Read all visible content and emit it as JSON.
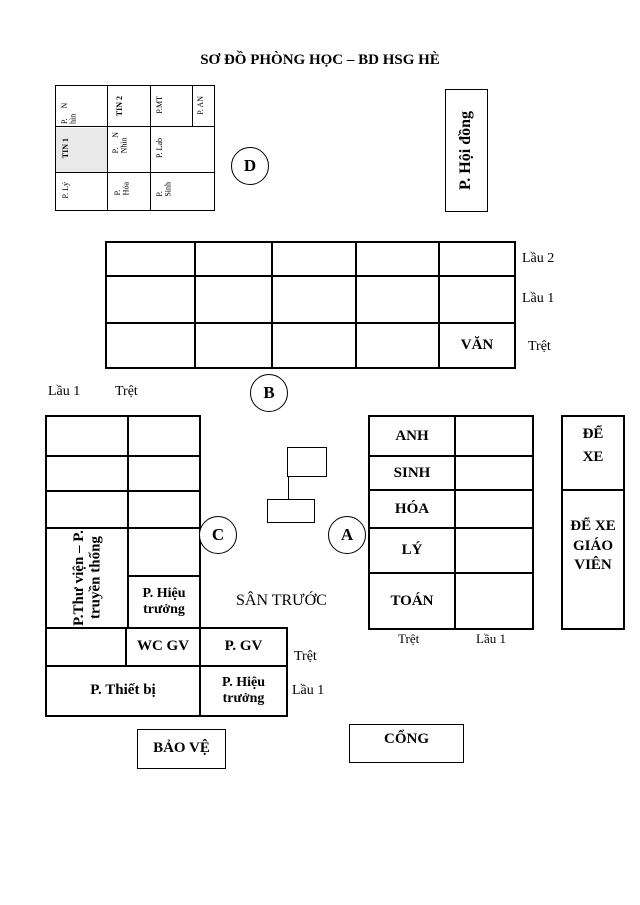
{
  "title": "SƠ ĐỒ PHÒNG HỌC – BD HSG HÈ",
  "block_d": {
    "label": "D",
    "rooms": {
      "p_nhin": "P.     N\nhìn",
      "tin2": "TIN 2",
      "pmt": "P.MT",
      "pan": "P. AN",
      "tin1": "TIN 1",
      "p_nhin2": "P.     N\nNhìn",
      "plab": "P. Lab",
      "ply": "P. Lý",
      "phoa": "P.\nHóa",
      "psinh": "P.\nSinh"
    }
  },
  "hoi_dong": "P. Hội đồng",
  "block_b": {
    "label": "B",
    "van": "VĂN",
    "floors": [
      "Lầu 2",
      "Lầu 1",
      "Trệt"
    ]
  },
  "block_c": {
    "label": "C",
    "floor_labels": [
      "Lầu 1",
      "Trệt"
    ],
    "thu_vien": "P.Thư viện – P. truyền thống",
    "hieu_truong_tret": "P. Hiệu trưởng",
    "wc_gv": "WC GV",
    "p_gv": "P. GV",
    "thiet_bi": "P. Thiết bị",
    "hieu_truong_lau1": "P. Hiệu trưởng",
    "tret": "Trệt",
    "lau1": "Lầu 1"
  },
  "block_a": {
    "label": "A",
    "rooms": [
      "ANH",
      "SINH",
      "HÓA",
      "LÝ",
      "TOÁN"
    ],
    "floors": [
      "Trệt",
      "Lầu 1"
    ]
  },
  "parking": {
    "de_xe": "ĐỂ XE",
    "de_xe_gv": "ĐỂ XE GIÁO VIÊN"
  },
  "san_truoc": "SÂN TRƯỚC",
  "bao_ve": "BẢO VỆ",
  "cong": "CỔNG"
}
